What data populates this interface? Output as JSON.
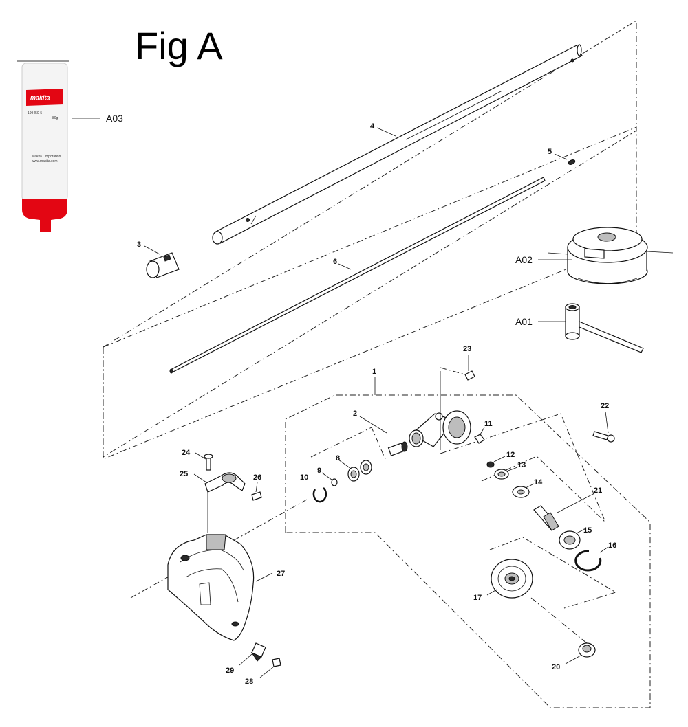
{
  "figure_title": "Fig A",
  "product": {
    "brand": "makita",
    "part_number": "199450-5",
    "weight": "80g",
    "maker_line1": "Makita Corporation",
    "maker_line2": "www.makita.com"
  },
  "labels": {
    "p1": "1",
    "p2": "2",
    "p3": "3",
    "p4": "4",
    "p5": "5",
    "p6": "6",
    "p8": "8",
    "p9": "9",
    "p10": "10",
    "p11": "11",
    "p12": "12",
    "p13": "13",
    "p14": "14",
    "p15": "15",
    "p16": "16",
    "p17": "17",
    "p20": "20",
    "p21": "21",
    "p22": "22",
    "p23": "23",
    "p24": "24",
    "p25": "25",
    "p26": "26",
    "p27": "27",
    "p28": "28",
    "p29": "29",
    "a01": "A01",
    "a02": "A02",
    "a03": "A03"
  },
  "colors": {
    "accent": "#e30613",
    "line": "#111111",
    "bottle": "#f4f4f4"
  }
}
